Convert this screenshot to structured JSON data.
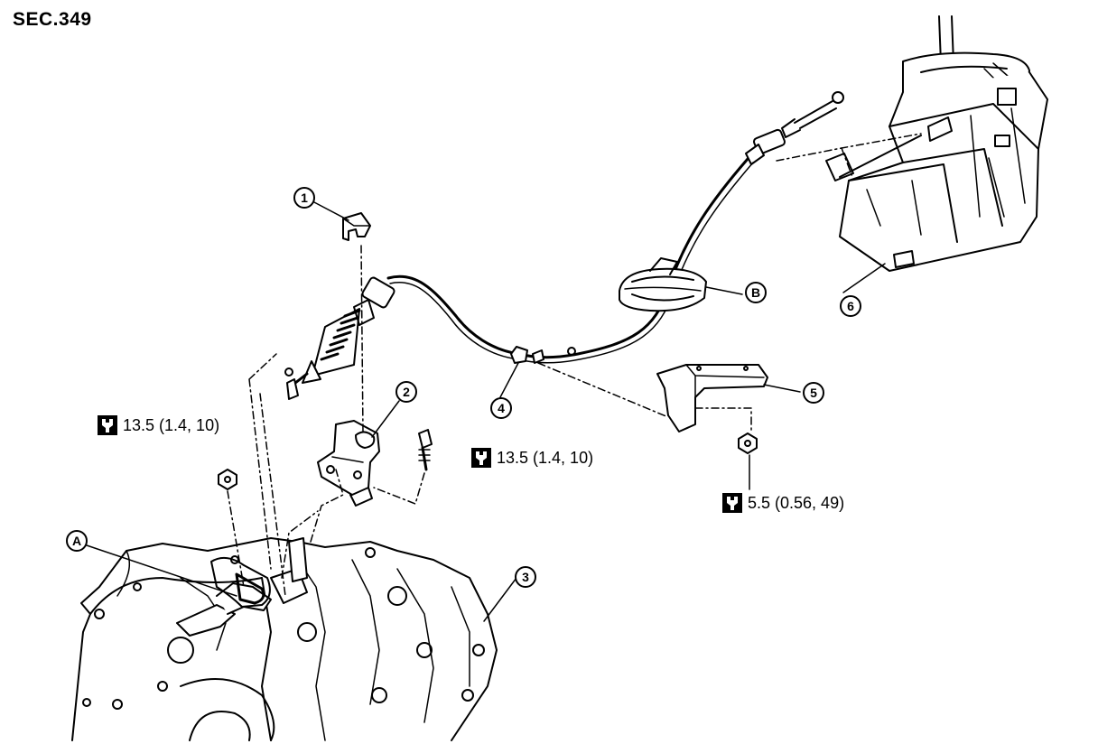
{
  "header": {
    "section_code": "SEC.349"
  },
  "callouts": [
    {
      "id": "1",
      "label": "1"
    },
    {
      "id": "2",
      "label": "2"
    },
    {
      "id": "3",
      "label": "3"
    },
    {
      "id": "4",
      "label": "4"
    },
    {
      "id": "5",
      "label": "5"
    },
    {
      "id": "6",
      "label": "6"
    },
    {
      "id": "A",
      "label": "A"
    },
    {
      "id": "B",
      "label": "B"
    }
  ],
  "torque_specs": [
    {
      "id": "t1",
      "value": "13.5 (1.4, 10)",
      "icon": "torque-wrench-icon"
    },
    {
      "id": "t2",
      "value": "13.5 (1.4, 10)",
      "icon": "torque-wrench-icon"
    },
    {
      "id": "t3",
      "value": "5.5 (0.56, 49)",
      "icon": "torque-wrench-icon"
    }
  ],
  "colors": {
    "ink": "#000000",
    "paper": "#ffffff",
    "shade": "#d8d8d8"
  }
}
